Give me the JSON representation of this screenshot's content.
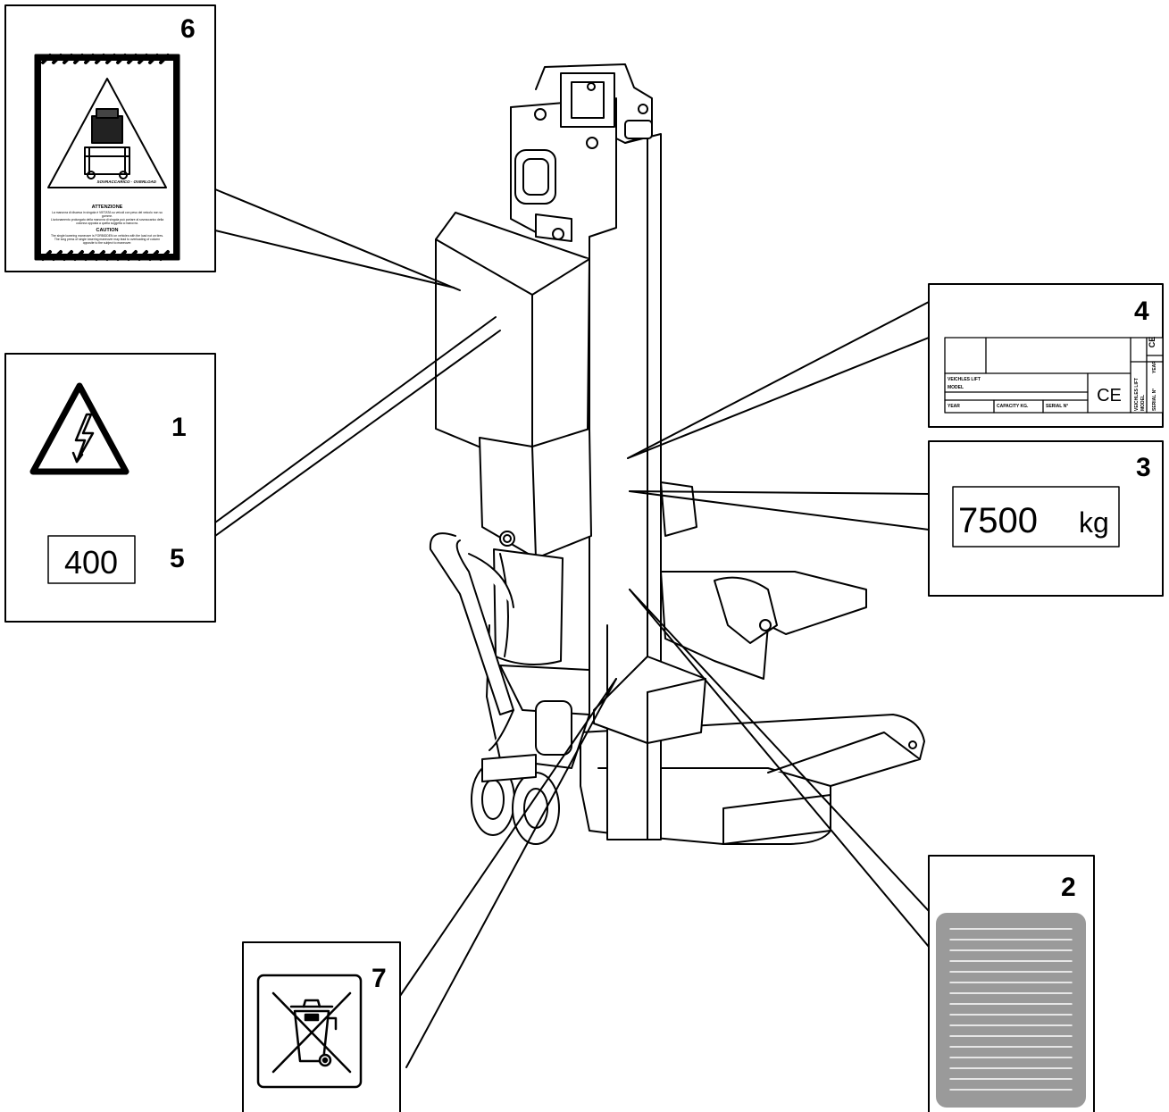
{
  "callouts": {
    "c1": {
      "number": "1",
      "symbol": "high-voltage-warning-icon"
    },
    "c2": {
      "number": "2",
      "symbol": "instruction-plate-icon"
    },
    "c3": {
      "number": "3",
      "capacity_value": "7500",
      "capacity_unit": "kg"
    },
    "c4": {
      "number": "4",
      "plate": {
        "vehicle_lift": "VEICHLES LIFT",
        "model": "MODEL",
        "year": "YEAR",
        "capacity": "CAPACITY KG.",
        "serial": "SERIAL N°",
        "ce_mark": "CE",
        "side_vehicle_lift": "VEICHLES LIFT",
        "side_model": "MODEL",
        "side_year": "YEAR",
        "side_serial": "SERIAL N°"
      }
    },
    "c5": {
      "number": "5",
      "voltage": "400"
    },
    "c6": {
      "number": "6",
      "overload_caption": "SOVRACCARICO · OVERLOAD",
      "heading_it": "ATTENZIONE",
      "text_it_1": "La manovra di discesa in singola è VIETATA su veicoli con peso del veicolo non su",
      "text_it_2": "gomme.",
      "text_it_3": "L'azionamento prolungato della manovra di singola può portare al sovraccarico della",
      "text_it_4": "colonna opposta a quella soggetta a manovra.",
      "heading_en": "CAUTION",
      "text_en_1": "The single lowering maneuver is FORBIDDEN on vehicles with the load not on tires.",
      "text_en_2": "The long press of single lowering maneuver may lead to overloading of column",
      "text_en_3": "opposite to the subject to maneuver."
    },
    "c7": {
      "number": "7",
      "symbol": "crossed-out-wheelie-bin-icon"
    }
  },
  "colors": {
    "line": "#000000",
    "plate_grey": "#9a9a9a",
    "background": "#ffffff"
  }
}
